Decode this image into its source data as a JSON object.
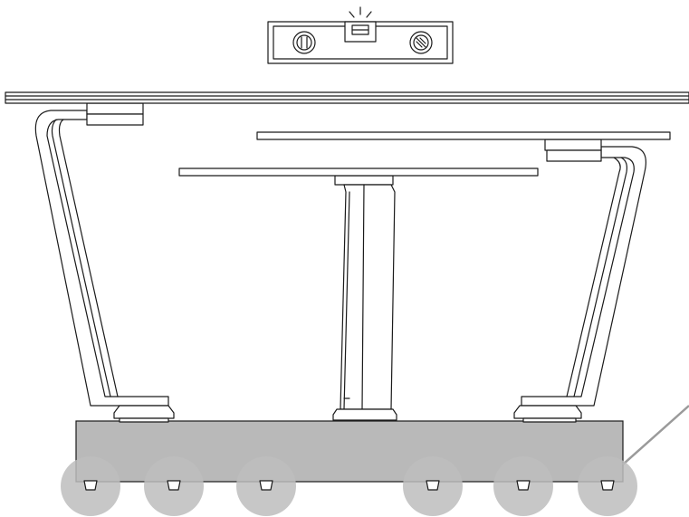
{
  "diagram": {
    "description_visible_text": "",
    "colors": {
      "line": "#1a1a1a",
      "background": "#ffffff",
      "base_fill": "#b9b9b9",
      "callout_fill": "#bdbdbd"
    },
    "parts": [
      {
        "name": "spirit-level",
        "icon": "spirit-level-icon"
      },
      {
        "name": "top-board-large"
      },
      {
        "name": "top-board-right"
      },
      {
        "name": "top-board-middle"
      },
      {
        "name": "left-bent-leg"
      },
      {
        "name": "center-column-leg"
      },
      {
        "name": "right-bent-leg"
      },
      {
        "name": "adjustable-feet"
      },
      {
        "name": "floor-base"
      },
      {
        "name": "leveling-foot-callouts",
        "count": 6
      }
    ]
  }
}
